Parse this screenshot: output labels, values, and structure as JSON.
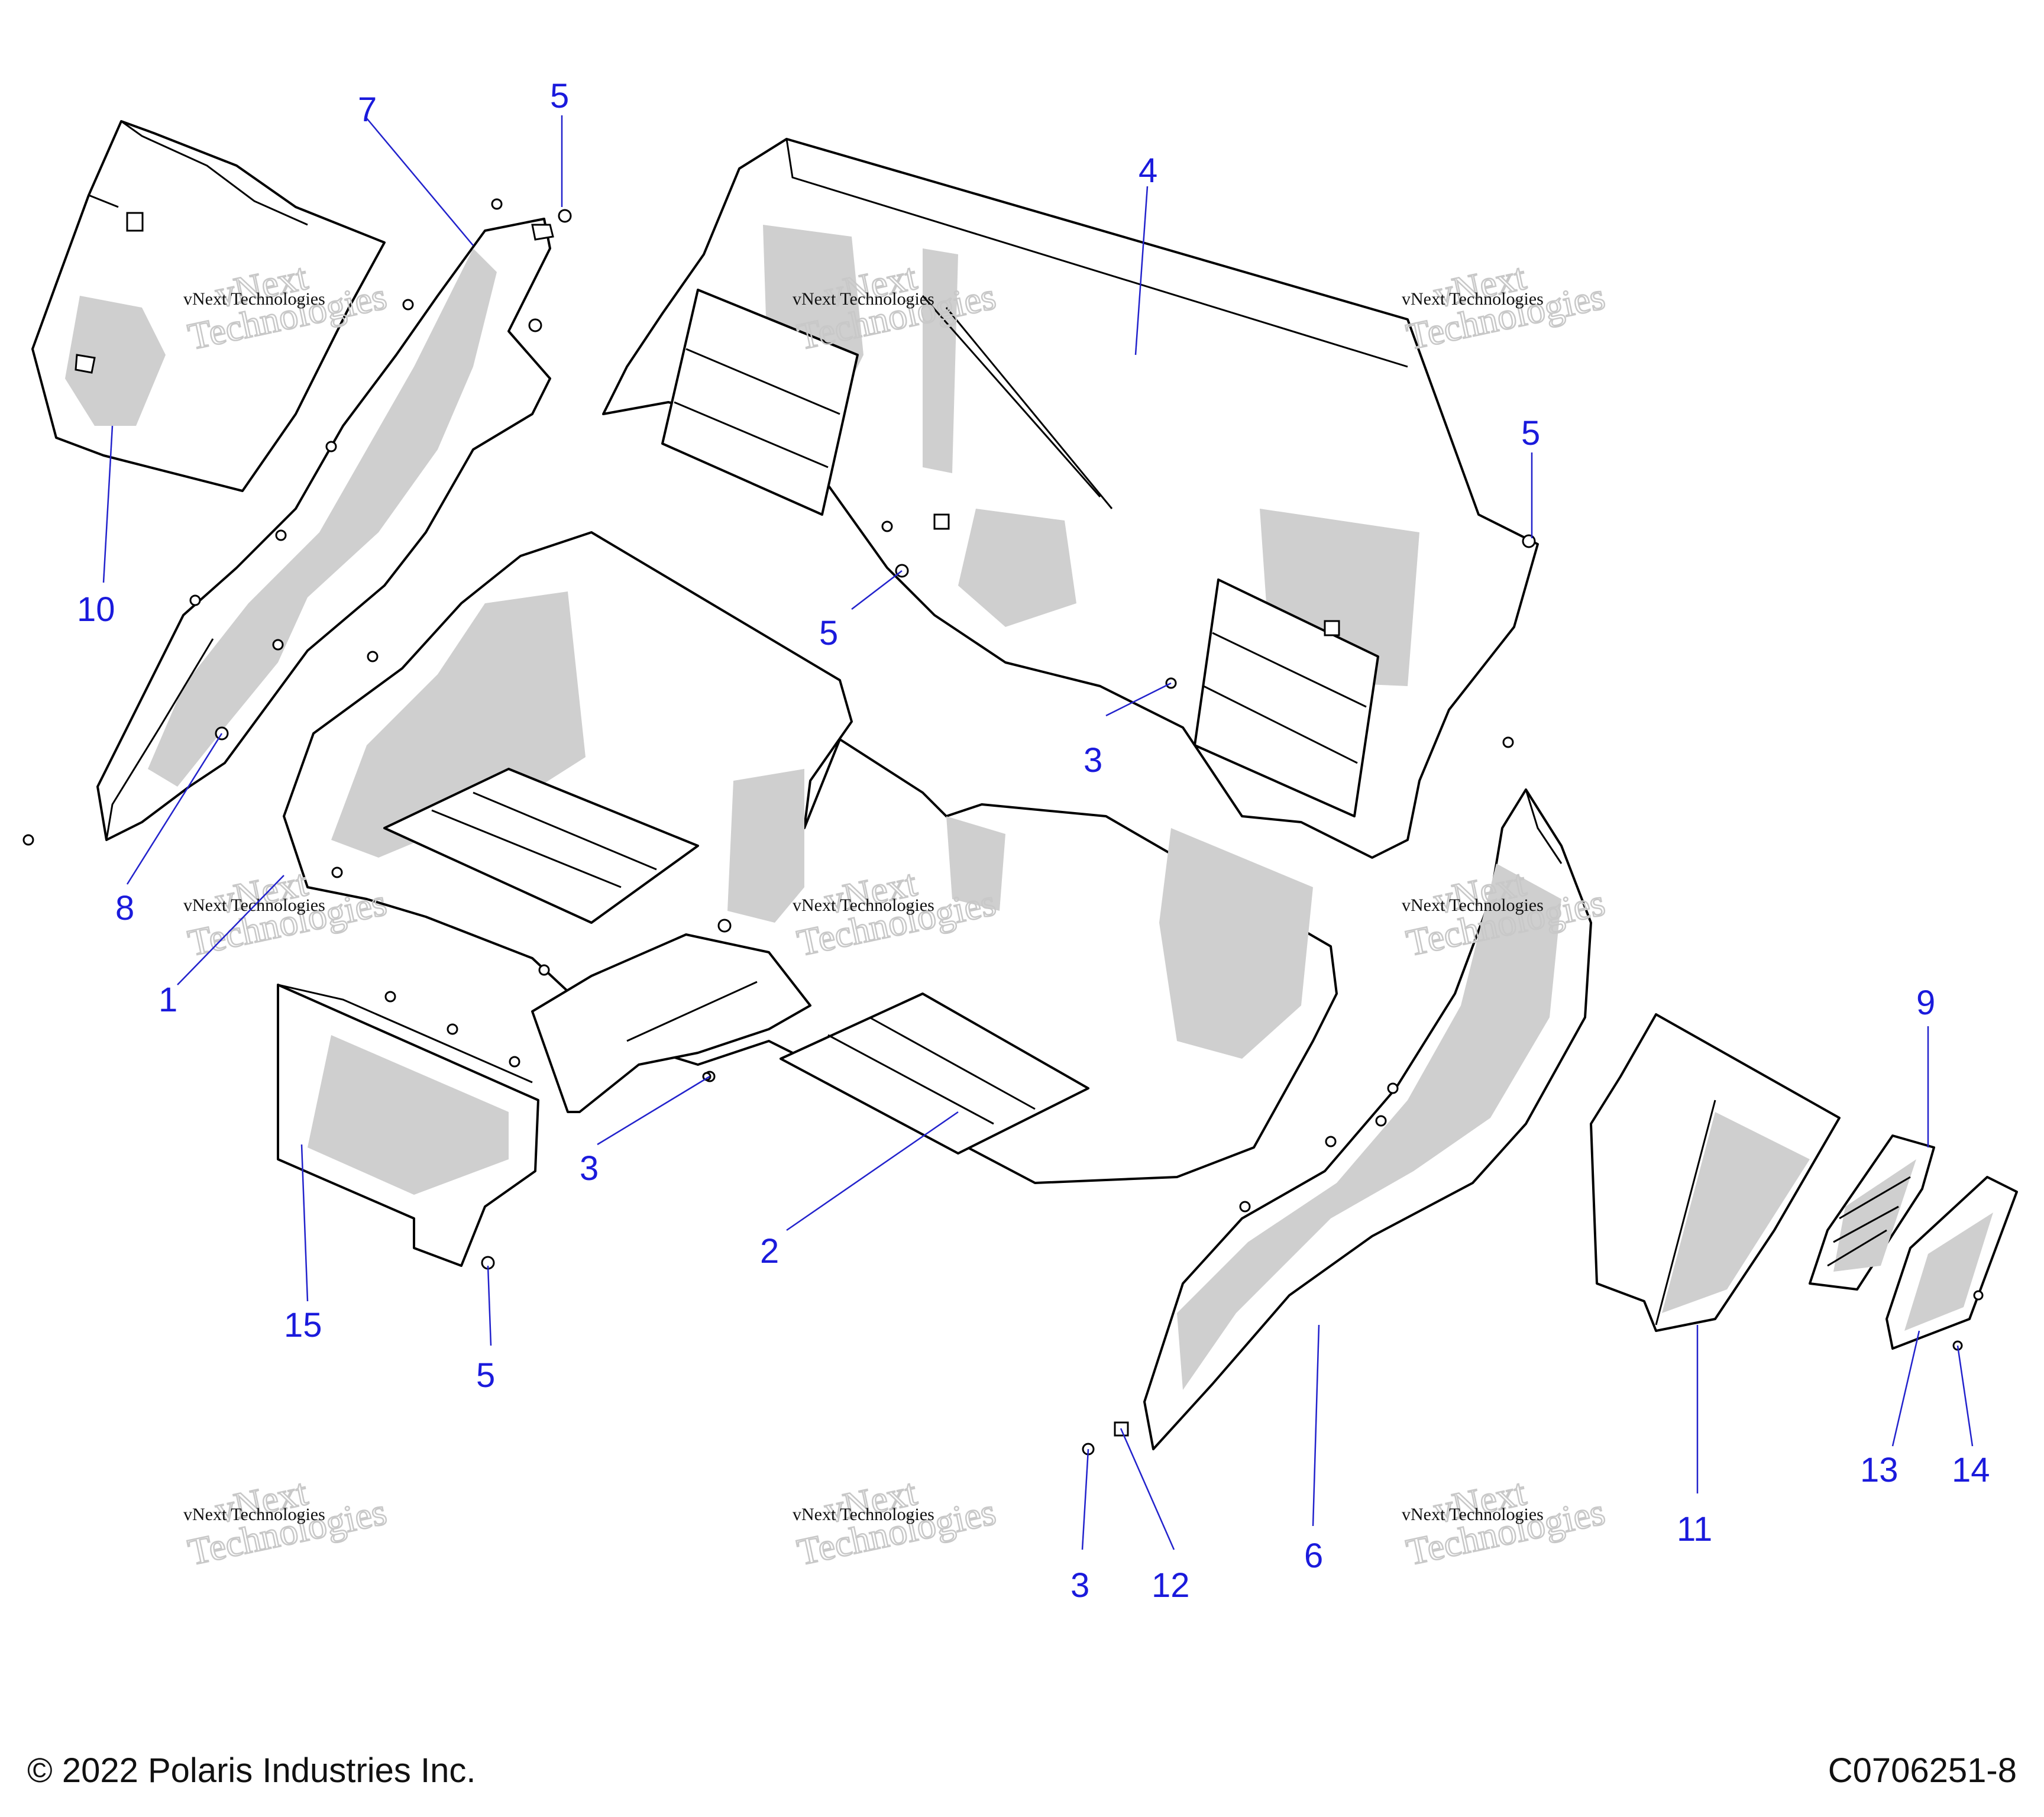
{
  "callouts": [
    "1",
    "2",
    "3",
    "4",
    "5",
    "6",
    "7",
    "8",
    "9",
    "10",
    "11",
    "12",
    "13",
    "14",
    "15"
  ],
  "watermark": {
    "line1": "vNext Technologies",
    "line2": "vNext",
    "line3": "Technologies"
  },
  "footer": {
    "copyright": "© 2022 Polaris Industries Inc.",
    "drawing_number": "C0706251-8"
  },
  "colors": {
    "callout": "#1a1adc",
    "part_shading": "#cfcfcf"
  }
}
